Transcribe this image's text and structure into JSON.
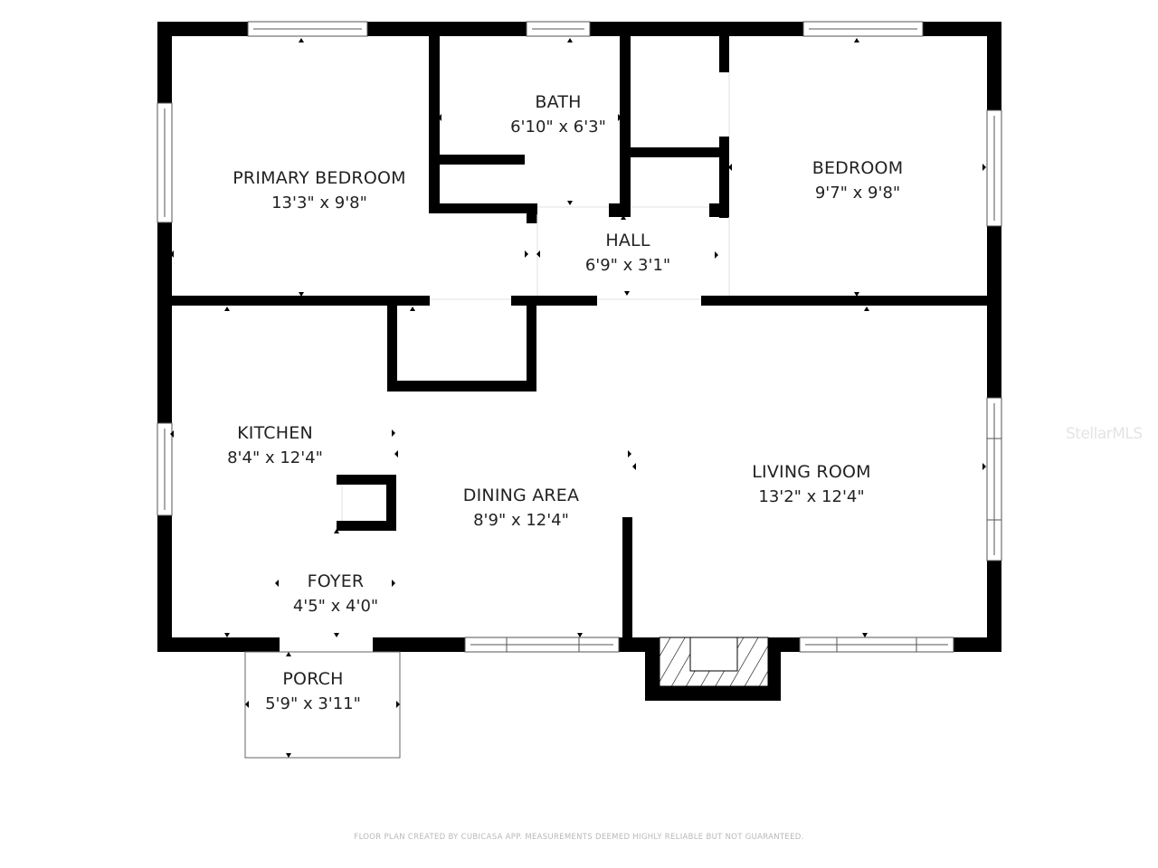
{
  "plan": {
    "colors": {
      "wall": "#000000",
      "window_line": "#555555",
      "opening": "#e8e8e8",
      "label": "#222222",
      "footer": "#b8b8b8",
      "watermark": "#e4e4e4"
    },
    "rooms": [
      {
        "id": "primary-bedroom",
        "name": "PRIMARY BEDROOM",
        "dimensions": "13'3\" x 9'8\""
      },
      {
        "id": "bath",
        "name": "BATH",
        "dimensions": "6'10\" x 6'3\""
      },
      {
        "id": "bedroom",
        "name": "BEDROOM",
        "dimensions": "9'7\" x 9'8\""
      },
      {
        "id": "hall",
        "name": "HALL",
        "dimensions": "6'9\" x 3'1\""
      },
      {
        "id": "kitchen",
        "name": "KITCHEN",
        "dimensions": "8'4\" x 12'4\""
      },
      {
        "id": "dining-area",
        "name": "DINING AREA",
        "dimensions": "8'9\" x 12'4\""
      },
      {
        "id": "living-room",
        "name": "LIVING ROOM",
        "dimensions": "13'2\" x 12'4\""
      },
      {
        "id": "foyer",
        "name": "FOYER",
        "dimensions": "4'5\" x 4'0\""
      },
      {
        "id": "porch",
        "name": "PORCH",
        "dimensions": "5'9\" x 3'11\""
      }
    ],
    "footer": "FLOOR PLAN CREATED BY CUBICASA APP. MEASUREMENTS DEEMED HIGHLY RELIABLE BUT NOT GUARANTEED.",
    "watermark": "StellarMLS"
  }
}
